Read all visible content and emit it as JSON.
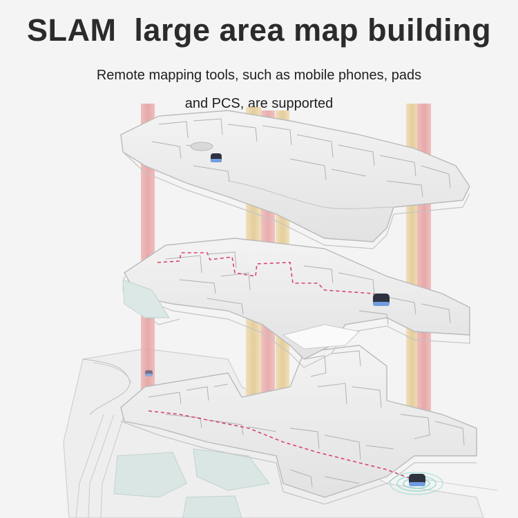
{
  "header": {
    "title": "SLAM  large area map building",
    "subtitle_line1": "Remote mapping tools, such as mobile phones, pads",
    "subtitle_line2": "and PCS, are supported"
  },
  "colors": {
    "background": "#f4f4f4",
    "floor_fill": "#ececec",
    "floor_edge": "#bdbdbd",
    "pillar_red": "#e6a3a3",
    "pillar_gold": "#e6cf9c",
    "path_dash": "#d9426b",
    "robot_body": "#2f3340",
    "robot_accent": "#6f9de0",
    "signal_ring": "#8fd8d0",
    "water": "#d7e6e4"
  },
  "illustration": {
    "floors": [
      "floor-top",
      "floor-middle",
      "floor-ground"
    ],
    "robots": [
      "robot-top",
      "robot-middle",
      "robot-ground-left",
      "robot-ground-right"
    ],
    "icons": [
      "robot-icon",
      "signal-rings-icon"
    ]
  }
}
